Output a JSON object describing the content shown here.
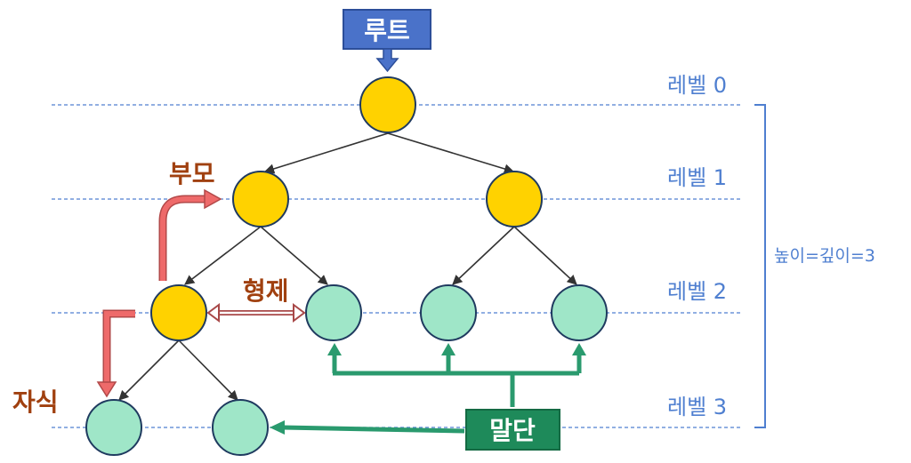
{
  "root_label": "루트",
  "leaf_label": "말단",
  "parent_label": "부모",
  "sibling_label": "형제",
  "child_label": "자식",
  "levels": [
    "레벨 0",
    "레벨 1",
    "레벨 2",
    "레벨 3"
  ],
  "height_label": "높이=깊이=3",
  "colors": {
    "internal_node": "#ffd200",
    "leaf_node": "#9fe6c8",
    "node_stroke": "#1f3a5f",
    "root_box": "#4a72c9",
    "leaf_box": "#1e8a5a",
    "level_line": "#4f7fd0",
    "red_arrow": "#ee6a6a",
    "green_arrow": "#2a9a6e",
    "brown_text": "#a0400f"
  }
}
